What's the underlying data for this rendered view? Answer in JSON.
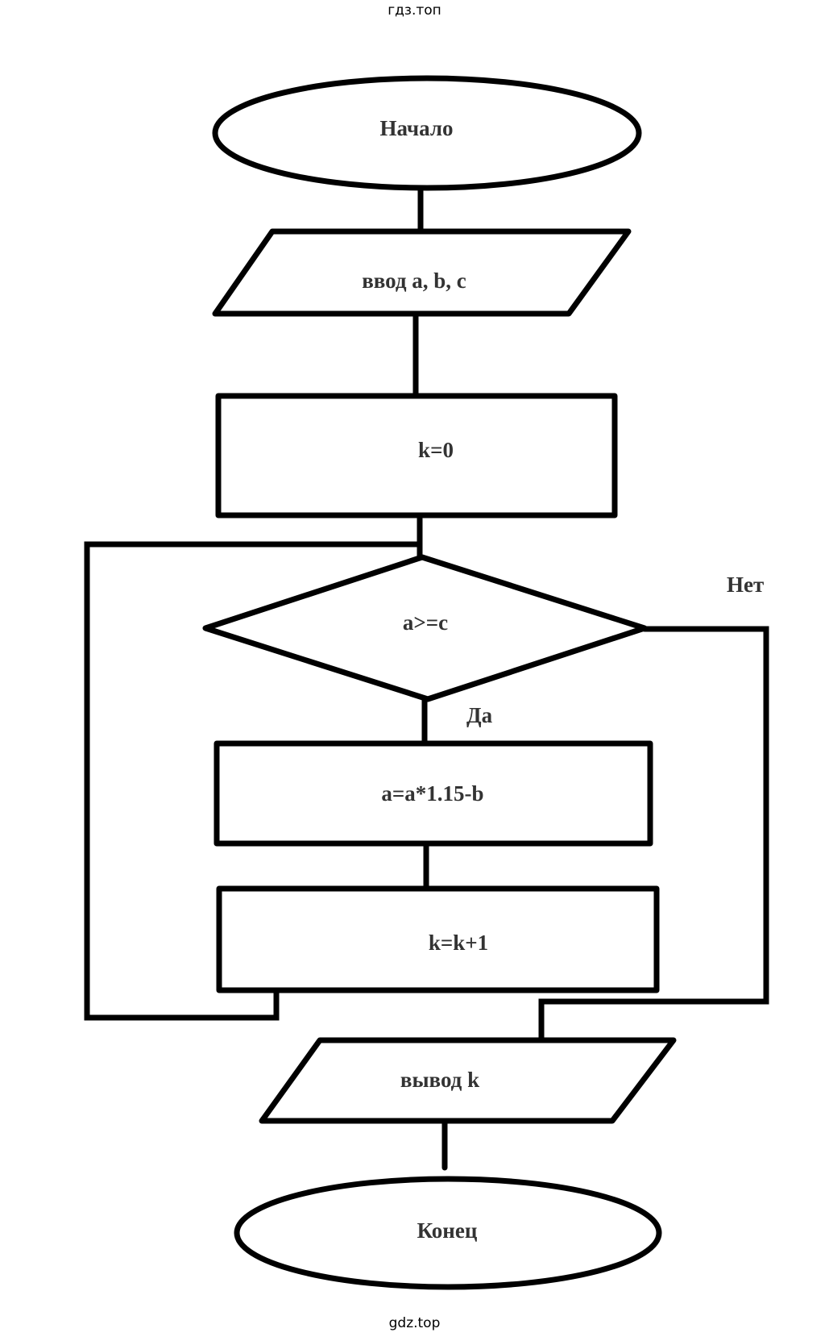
{
  "watermarks": {
    "top": "гдз.топ",
    "bottom": "gdz.top"
  },
  "flowchart": {
    "start": "Начало",
    "input": "ввод a, b, c",
    "init": "k=0",
    "condition": "a>=c",
    "yes_label": "Да",
    "no_label": "Нет",
    "update_a": "a=a*1.15-b",
    "increment": "k=k+1",
    "output": "вывод k",
    "end": "Конец"
  }
}
